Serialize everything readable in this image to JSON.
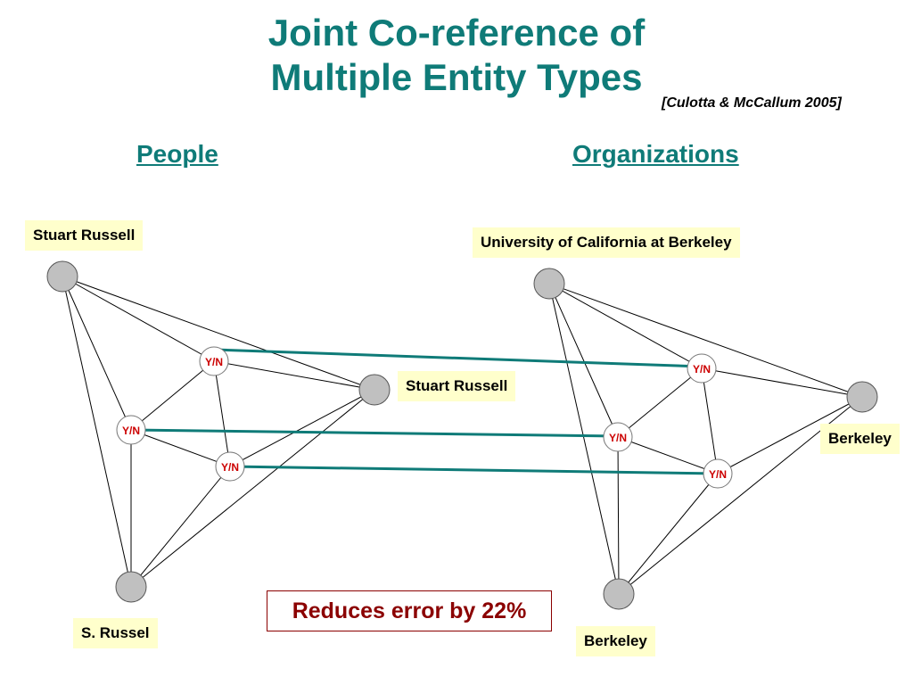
{
  "title_line1": "Joint Co-reference of",
  "title_line2": "Multiple Entity Types",
  "citation": "[Culotta & McCallum 2005]",
  "sections": {
    "people": "People",
    "organizations": "Organizations"
  },
  "people": {
    "mentions": [
      "Stuart Russell",
      "Stuart Russell",
      "S. Russel"
    ]
  },
  "organizations": {
    "mentions": [
      "University of California at Berkeley",
      "Berkeley",
      "Berkeley"
    ]
  },
  "factor_label": "Y/N",
  "result_text": "Reduces error by 22%",
  "colors": {
    "title": "#0f7b78",
    "link_line": "#0f7b78",
    "node_fill": "#c0c0c0",
    "factor_text": "#cc0000",
    "label_bg": "#ffffcc",
    "result": "#8b0000"
  }
}
